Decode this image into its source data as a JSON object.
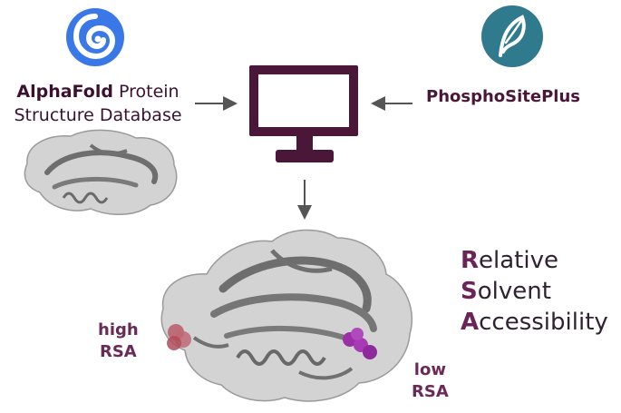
{
  "alphafold": {
    "name_bold": "AlphaFold",
    "name_rest": " Protein",
    "line2": "Structure Database",
    "logo_icon": "alphafold-swirl-icon",
    "logo_color": "#3b78e7"
  },
  "phosphositeplus": {
    "name": "PhosphoSitePlus",
    "logo_icon": "phosphositeplus-leaf-icon",
    "logo_color": "#2f7a8c"
  },
  "computer_icon": "monitor-icon",
  "rsa": {
    "words": [
      {
        "initial": "R",
        "rest": "elative"
      },
      {
        "initial": "S",
        "rest": "olvent"
      },
      {
        "initial": "A",
        "rest": "ccessibility"
      }
    ],
    "high_label": [
      "high",
      "RSA"
    ],
    "low_label": [
      "low",
      "RSA"
    ],
    "high_color": "#b85a66",
    "low_color": "#9b2fa8"
  },
  "colors": {
    "accent": "#4a1738",
    "arrow": "#555555",
    "surface": "#b8b8b8"
  }
}
